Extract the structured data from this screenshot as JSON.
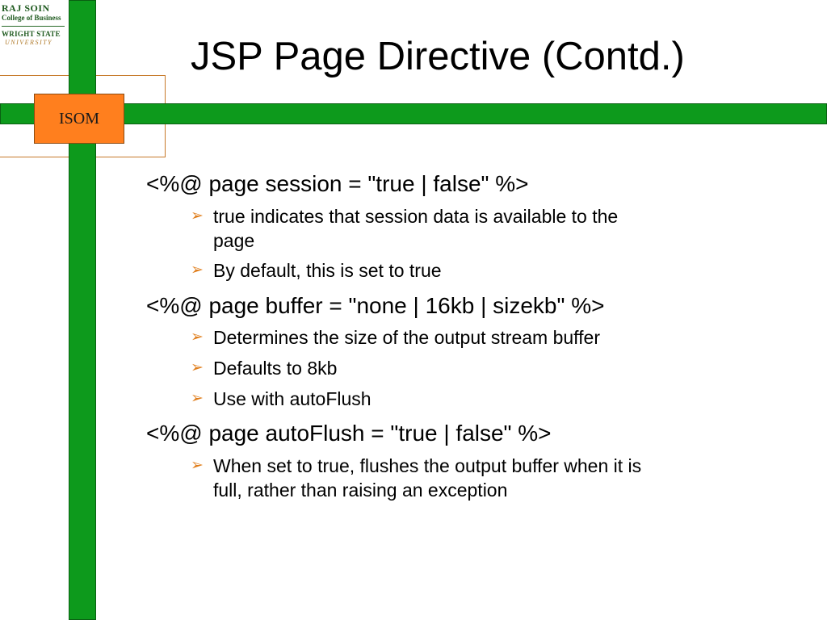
{
  "logo": {
    "line1": "RAJ SOIN",
    "line2": "College of Business",
    "line3": "WRIGHT STATE",
    "line4": "UNIVERSITY"
  },
  "badge": {
    "label": "ISOM"
  },
  "title": "JSP Page Directive (Contd.)",
  "bullets": [
    {
      "text": "<%@ page session = \"true | false\" %>"
    },
    {
      "line1": "true indicates that session data is available to the",
      "line2": "page"
    },
    {
      "text": "By default, this is set to true"
    },
    {
      "text": "<%@ page buffer = \"none | 16kb | sizekb\" %>"
    },
    {
      "text": "Determines the size of the output stream buffer"
    },
    {
      "text": "Defaults to 8kb"
    },
    {
      "text": "Use with autoFlush"
    },
    {
      "text": "<%@ page autoFlush = \"true | false\" %>"
    },
    {
      "line1": "When set to true, flushes the output buffer when it is",
      "line2": "full, rather than raising an exception"
    }
  ],
  "colors": {
    "bar_green": "#0d9a1c",
    "badge_orange": "#ff7f1e",
    "rule_orange": "#c77a2a",
    "arrow_orange": "#e07e1c"
  },
  "icons": {
    "sub_bullet": "arrow-bullet-icon"
  }
}
